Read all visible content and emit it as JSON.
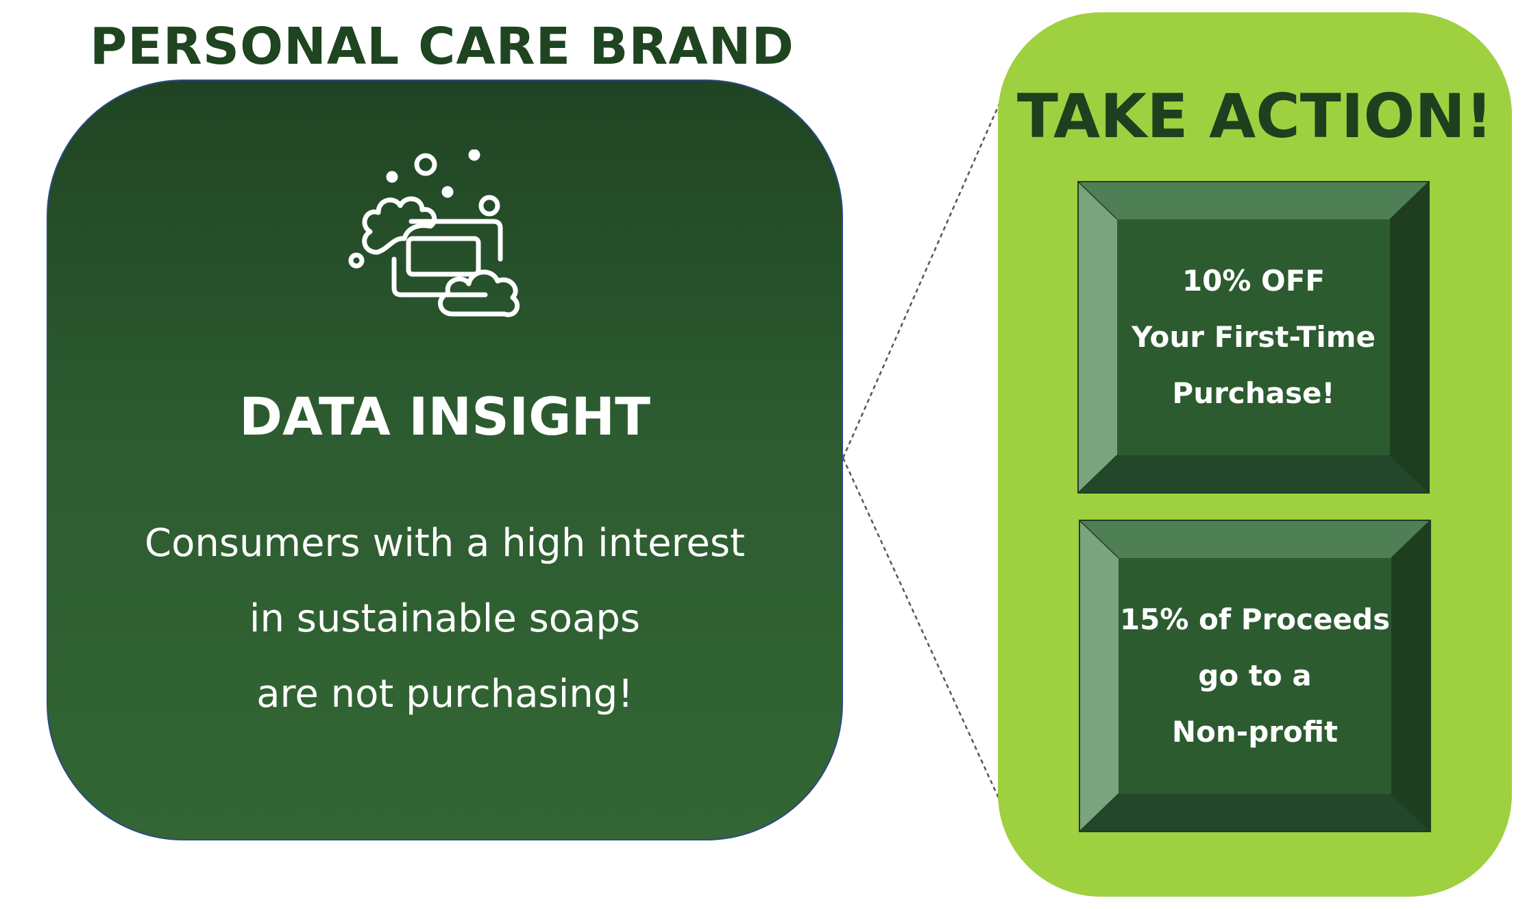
{
  "brand": {
    "title": "PERSONAL CARE BRAND"
  },
  "insight": {
    "icon": "soap-bar-with-bubbles-icon",
    "heading": "DATA INSIGHT",
    "lines": [
      "Consumers with a high interest",
      "in sustainable soaps",
      "are not purchasing!"
    ]
  },
  "action": {
    "heading": "TAKE ACTION!",
    "buttons": [
      {
        "lines": [
          "10% OFF",
          "Your First-Time",
          "Purchase!"
        ]
      },
      {
        "lines": [
          "15% of Proceeds",
          "go to a",
          "Non-profit"
        ]
      }
    ]
  },
  "colors": {
    "brand_title": "#1f4420",
    "card_dark": "#204423",
    "card_light": "#336634",
    "panel_lime": "#9fd040",
    "button_face": "#2c5b30"
  }
}
